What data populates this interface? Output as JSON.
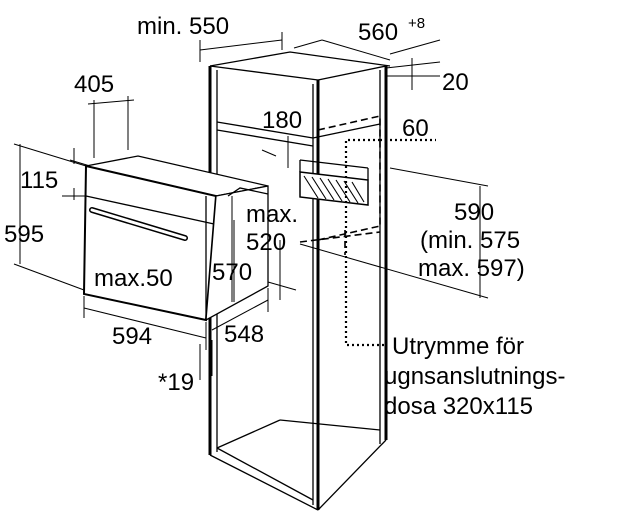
{
  "labels": {
    "cabinet_depth": "min. 550",
    "cabinet_width_base": "560",
    "cabinet_width_sup": "+8",
    "top_gap": "20",
    "oven_depth": "405",
    "vent_180": "180",
    "vent_60": "60",
    "front_115": "115",
    "oven_height": "595",
    "max_label": "max.",
    "max_520": "520",
    "niche_590": "590",
    "niche_min": "(min. 575",
    "niche_max": "max. 597)",
    "max50": "max.50",
    "d570": "570",
    "d594": "594",
    "d548": "548",
    "d19": "*19",
    "socket_line1": "Utrymme för",
    "socket_line2": "ugnsanslutnings-",
    "socket_line3": "dosa 320x115"
  }
}
